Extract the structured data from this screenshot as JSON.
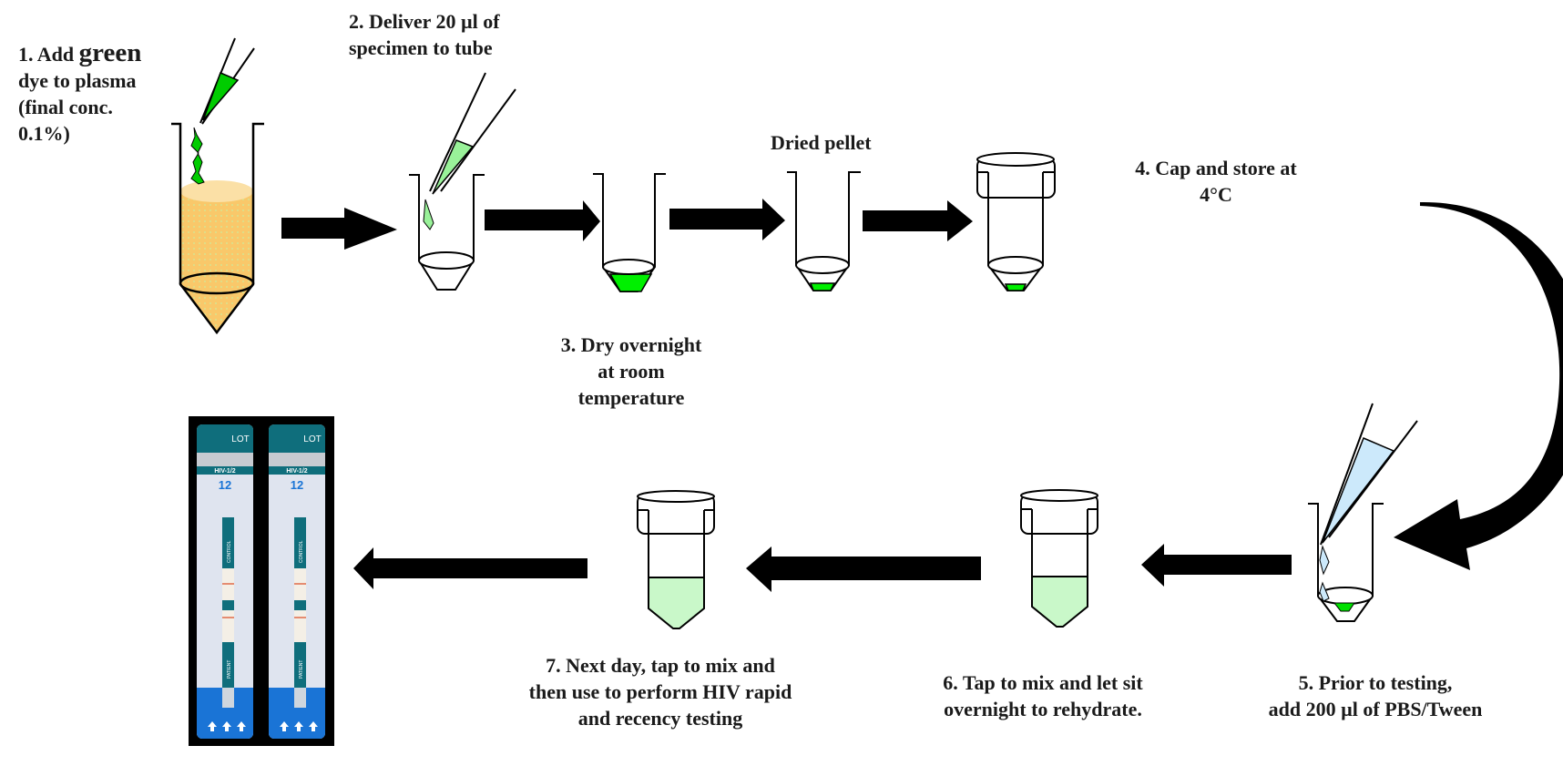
{
  "title": "Plasma specimen drying and rehydration workflow for HIV rapid and recency testing",
  "colors": {
    "plasma": "#f9c86a",
    "plasma_top": "#fbe0a6",
    "dye_green": "#00e600",
    "specimen_green": "#99f199",
    "buffer_blue": "#cce9fb",
    "rehydrated": "#c9f8c9",
    "arrow": "#000000",
    "strip_teal": "#0f6e7c",
    "strip_blue": "#1a74d6",
    "strip_body": "#dfe4ef",
    "control_line": "#e06a4a"
  },
  "steps": [
    {
      "id": 1,
      "lines": [
        "1. Add",
        "green",
        "dye to plasma",
        "(final conc.",
        "0.1%)"
      ]
    },
    {
      "id": 2,
      "lines": [
        "2. Deliver 20 µl of",
        "specimen to tube"
      ]
    },
    {
      "id": 3,
      "lines": [
        "3. Dry overnight",
        "at room",
        "temperature"
      ]
    },
    {
      "id": 4,
      "lines": [
        "4. Cap and store at",
        "4°C"
      ]
    },
    {
      "id": 5,
      "lines": [
        "5. Prior to testing,",
        "add 200 µl of PBS/Tween"
      ]
    },
    {
      "id": 6,
      "lines": [
        "6. Tap to mix and let sit",
        "overnight to rehydrate."
      ]
    },
    {
      "id": 7,
      "lines": [
        "7. Next day, tap to mix and",
        "then use to perform HIV rapid",
        "and recency testing"
      ]
    }
  ],
  "annotations": {
    "dried_pellet": "Dried pellet"
  },
  "test_strips": {
    "count": 2,
    "lot_label": "LOT",
    "assay_label": "HIV-1/2",
    "number": "12",
    "control_text": "CONTROL",
    "patient_text": "PATIENT"
  }
}
